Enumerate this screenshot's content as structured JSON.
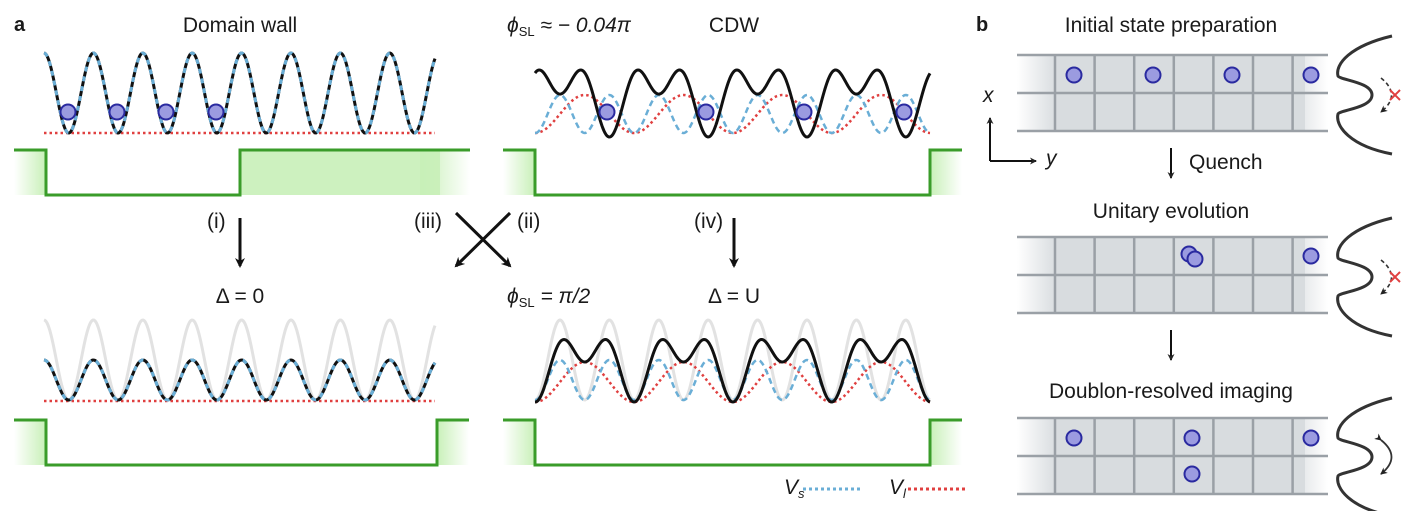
{
  "panel_a": {
    "label": "a",
    "top_left_title": "Domain wall",
    "top_right_phi_symbol": "ϕ",
    "top_right_phi_sub": "SL",
    "top_right_phi_value": "≈ − 0.04π",
    "top_right_title": "CDW",
    "arrows": {
      "i": "(i)",
      "ii": "(ii)",
      "iii": "(iii)",
      "iv": "(iv)"
    },
    "bottom_left_title": "Δ = 0",
    "bottom_right_phi_symbol": "ϕ",
    "bottom_right_phi_sub": "SL",
    "bottom_right_phi_value": "= π/2",
    "bottom_right_delta": "Δ = U",
    "legend": {
      "vs_symbol": "V",
      "vs_sub": "s",
      "vl_symbol": "V",
      "vl_sub": "l"
    }
  },
  "panel_b": {
    "label": "b",
    "step1": "Initial state preparation",
    "quench": "Quench",
    "step2": "Unitary evolution",
    "step3": "Doublon-resolved imaging",
    "axis_x": "x",
    "axis_y": "y"
  },
  "colors": {
    "vs": "#6aaed6",
    "vl": "#e04040",
    "atom": "#9b9be0",
    "atom_stroke": "#2a2aa0",
    "box": "#3a9c2a",
    "box_fill": "#c8f0b8",
    "grid": "#9aa0a6",
    "cell": "#d8dcdf"
  }
}
